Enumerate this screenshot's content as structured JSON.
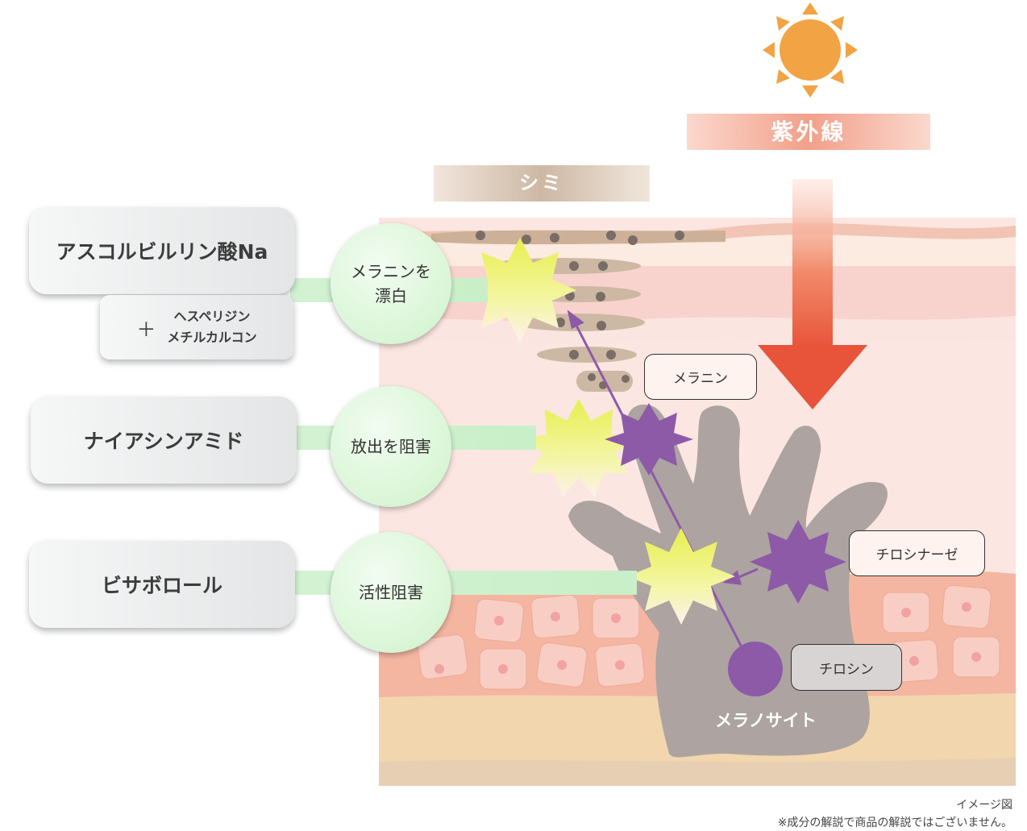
{
  "ingredients": [
    {
      "name": "アスコルビルリン酸Na",
      "sub_plus": "＋",
      "sub_line1": "ヘスペリジン",
      "sub_line2": "メチルカルコン",
      "effect_line1": "メラニンを",
      "effect_line2": "漂白"
    },
    {
      "name": "ナイアシンアミド",
      "effect": "放出を阻害"
    },
    {
      "name": "ビサボロール",
      "effect": "活性阻害"
    }
  ],
  "labels": {
    "uv": "紫外線",
    "spot": "シミ",
    "melanin": "メラニン",
    "tyrosinase": "チロシナーゼ",
    "tyrosine": "チロシン",
    "melanocyte": "メラノサイト"
  },
  "footer": {
    "image_note": "イメージ図",
    "disclaimer": "※成分の解説で商品の解説ではございません。"
  },
  "colors": {
    "sun": "#f2a444",
    "uv_arrow": "#e8543a",
    "purple": "#8d5aa8",
    "burst": "#eef26e",
    "melanocyte": "#ada4a1",
    "skin_pink": "#f7d9d2",
    "green": "#d3f2d3"
  },
  "icons": [
    "sun-icon",
    "uv-arrow-icon",
    "starburst-icon",
    "melanin-granule-icon"
  ]
}
